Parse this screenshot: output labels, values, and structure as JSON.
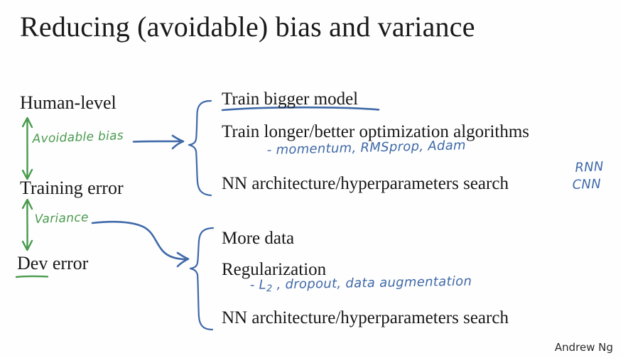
{
  "slide": {
    "title": "Reducing (avoidable) bias and variance",
    "credit": "Andrew Ng",
    "background_color": "#fefefe",
    "text_color": "#181818",
    "ink_green": "#4a9a4e",
    "ink_blue": "#3f69a8"
  },
  "error_levels": [
    {
      "id": "human-level",
      "label": "Human-level",
      "underlined": false
    },
    {
      "id": "training-error",
      "label": "Training error",
      "underlined": false
    },
    {
      "id": "dev-error",
      "label": "Dev error",
      "underlined": true,
      "underline_color": "#4a9a4e"
    }
  ],
  "gap_annotations": [
    {
      "id": "avoidable-bias",
      "label": "Avoidable bias",
      "color": "#4a9a4e",
      "between": [
        "Human-level",
        "Training error"
      ],
      "arrow": "double-headed-vertical"
    },
    {
      "id": "variance",
      "label": "Variance",
      "color": "#4a9a4e",
      "between": [
        "Training error",
        "Dev error"
      ],
      "arrow": "double-headed-vertical"
    }
  ],
  "groups": [
    {
      "id": "bias-remedies",
      "source_annotation": "Avoidable bias",
      "brace_color": "#3f69a8",
      "arrow": "straight-right",
      "items": [
        {
          "id": "train-bigger-model",
          "text": "Train bigger model",
          "underlined": true,
          "underline_color": "#3f69a8",
          "note": null
        },
        {
          "id": "train-longer",
          "text": "Train longer/better optimization algorithms",
          "underlined": false,
          "note": "-  momentum,  RMSprop,  Adam"
        },
        {
          "id": "nn-arch-search-bias",
          "text": "NN architecture/hyperparameters search",
          "underlined": false,
          "note": null
        }
      ],
      "margin_notes": [
        {
          "id": "rnn-note",
          "text": "RNN",
          "color": "#3f69a8"
        },
        {
          "id": "cnn-note",
          "text": "CNN",
          "color": "#3f69a8"
        }
      ]
    },
    {
      "id": "variance-remedies",
      "source_annotation": "Variance",
      "brace_color": "#3f69a8",
      "arrow": "curved-down-right",
      "items": [
        {
          "id": "more-data",
          "text": "More data",
          "underlined": false,
          "note": null
        },
        {
          "id": "regularization",
          "text": "Regularization",
          "underlined": false,
          "note": "- L2 ,  dropout,  data   augmentation"
        },
        {
          "id": "nn-arch-search-variance",
          "text": "NN architecture/hyperparameters search",
          "underlined": false,
          "note": null
        }
      ],
      "margin_notes": []
    }
  ]
}
